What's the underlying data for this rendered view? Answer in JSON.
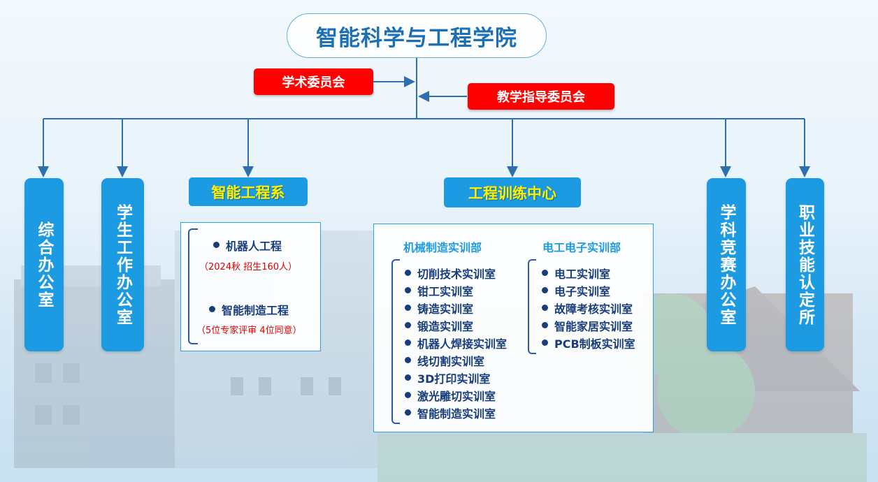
{
  "title": "智能科学与工程学院",
  "committees": [
    "学术委员会",
    "教学指导委员会"
  ],
  "units": {
    "general_office": "综合办公室",
    "student_office": "学生工作办公室",
    "competition_office": "学科竞赛办公室",
    "skill_center": "职业技能认定所"
  },
  "department": {
    "name": "智能工程系",
    "majors": [
      {
        "name": "机器人工程",
        "note": "（2024秋 招生160人）"
      },
      {
        "name": "智能制造工程",
        "note": "（5位专家评审 4位同意）"
      }
    ]
  },
  "training_center": {
    "name": "工程训练中心",
    "mech": {
      "name": "机械制造实训部",
      "rooms": [
        "切削技术实训室",
        "钳工实训室",
        "铸造实训室",
        "锻造实训室",
        "机器人焊接实训室",
        "线切割实训室",
        "3D打印实训室",
        "激光雕切实训室",
        "智能制造实训室"
      ]
    },
    "elec": {
      "name": "电工电子实训部",
      "rooms": [
        "电工实训室",
        "电子实训室",
        "故障考核实训室",
        "智能家居实训室",
        "PCB制板实训室"
      ]
    }
  },
  "colors": {
    "accent_blue": "#1d9be2",
    "red": "#ff0000",
    "highlight_yellow": "#fff200",
    "line": "#2e6fb0"
  }
}
